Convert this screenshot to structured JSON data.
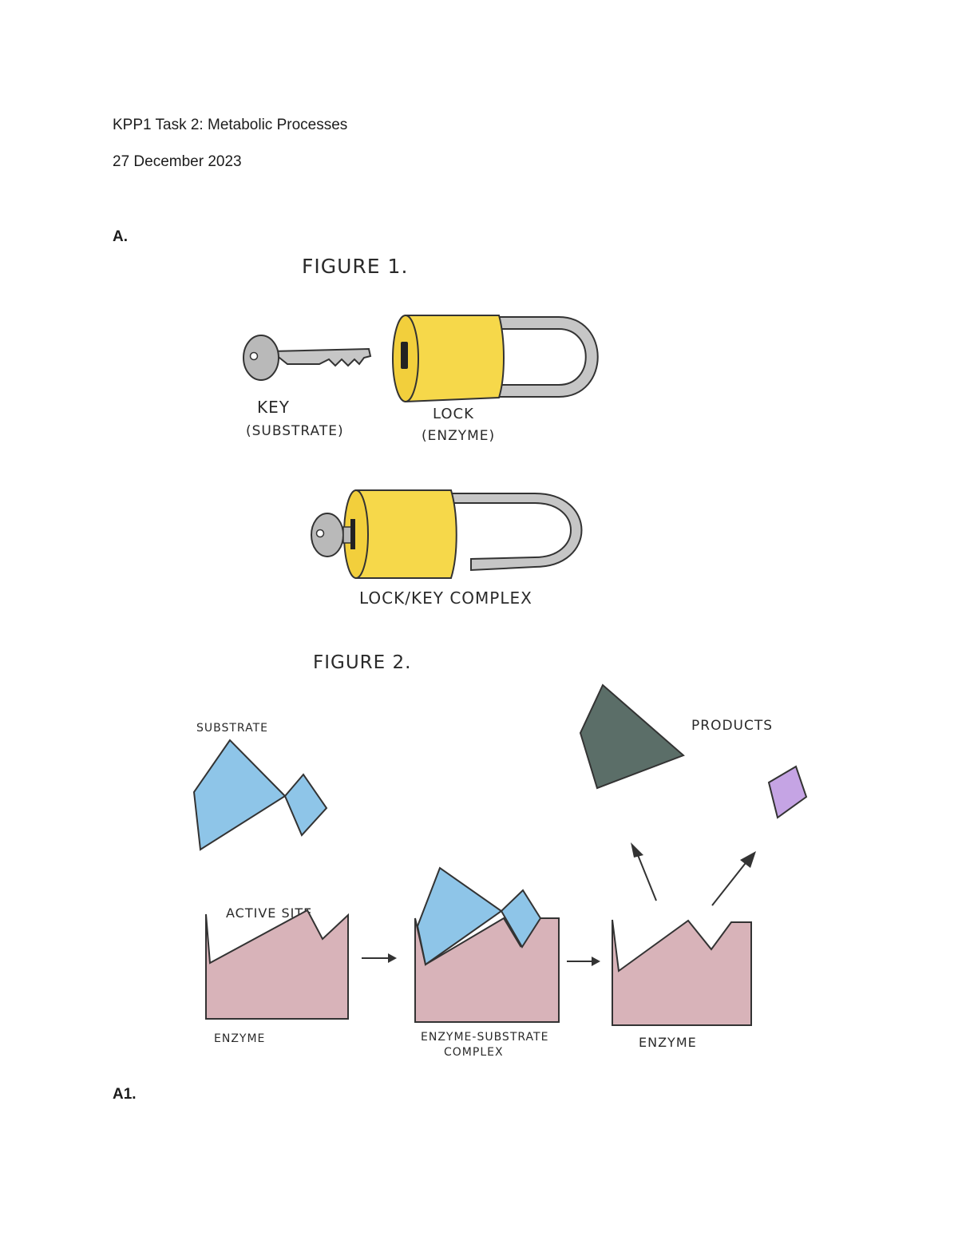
{
  "document": {
    "title": "KPP1 Task 2: Metabolic Processes",
    "date": "27 December 2023",
    "section_a": "A.",
    "section_a1": "A1."
  },
  "figure1": {
    "caption": "FIGURE 1.",
    "key_label_line1": "KEY",
    "key_label_line2": "(SUBSTRATE)",
    "lock_label_line1": "LOCK",
    "lock_label_line2": "(ENZYME)",
    "complex_label": "LOCK/KEY COMPLEX",
    "colors": {
      "lock_body": "#f6d84a",
      "metal": "#c4c4c4",
      "outline": "#333333"
    }
  },
  "figure2": {
    "caption": "FIGURE 2.",
    "substrate_label": "SUBSTRATE",
    "products_label": "PRODUCTS",
    "active_site_label": "ACTIVE SITE",
    "enzyme_label_1": "ENZYME",
    "complex_label_line1": "ENZYME-SUBSTRATE",
    "complex_label_line2": "COMPLEX",
    "enzyme_label_2": "ENZYME",
    "colors": {
      "substrate": "#8ec5e8",
      "enzyme": "#d8b3b9",
      "product_large": "#5b6e68",
      "product_small": "#c5a4e4"
    }
  }
}
